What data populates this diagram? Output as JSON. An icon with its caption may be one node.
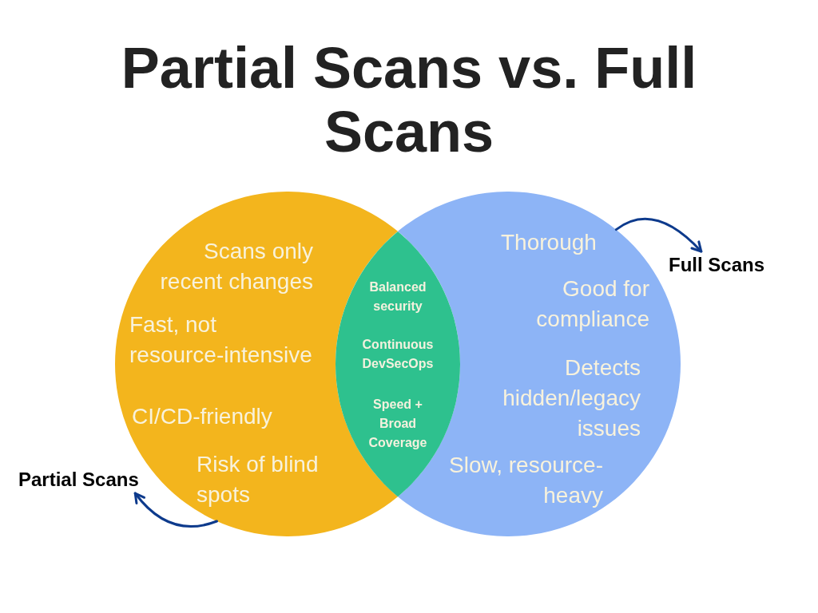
{
  "diagram": {
    "title": "Partial Scans vs. Full Scans",
    "nodes": [
      {
        "text": [
          "Scans only recent changes",
          "Fast, not resource-intensive",
          "CI/CD-friendly",
          "Risk of blind spots"
        ]
      },
      {
        "text": [
          "Thorough",
          "Good for compliance",
          "Detects hidden/legacy issues",
          "Slow, resource-heavy"
        ]
      },
      {
        "text": [
          "Balanced security",
          "Continuous DevSecOps",
          "Speed + Broad Coverage"
        ]
      },
      {
        "text": [
          "Partial Scans"
        ]
      },
      {
        "text": [
          "Full Scans"
        ]
      }
    ],
    "edges": [
      {
        "from": 0,
        "to": 3,
        "arrow": "to"
      },
      {
        "from": 1,
        "to": 4,
        "arrow": "to"
      }
    ]
  }
}
